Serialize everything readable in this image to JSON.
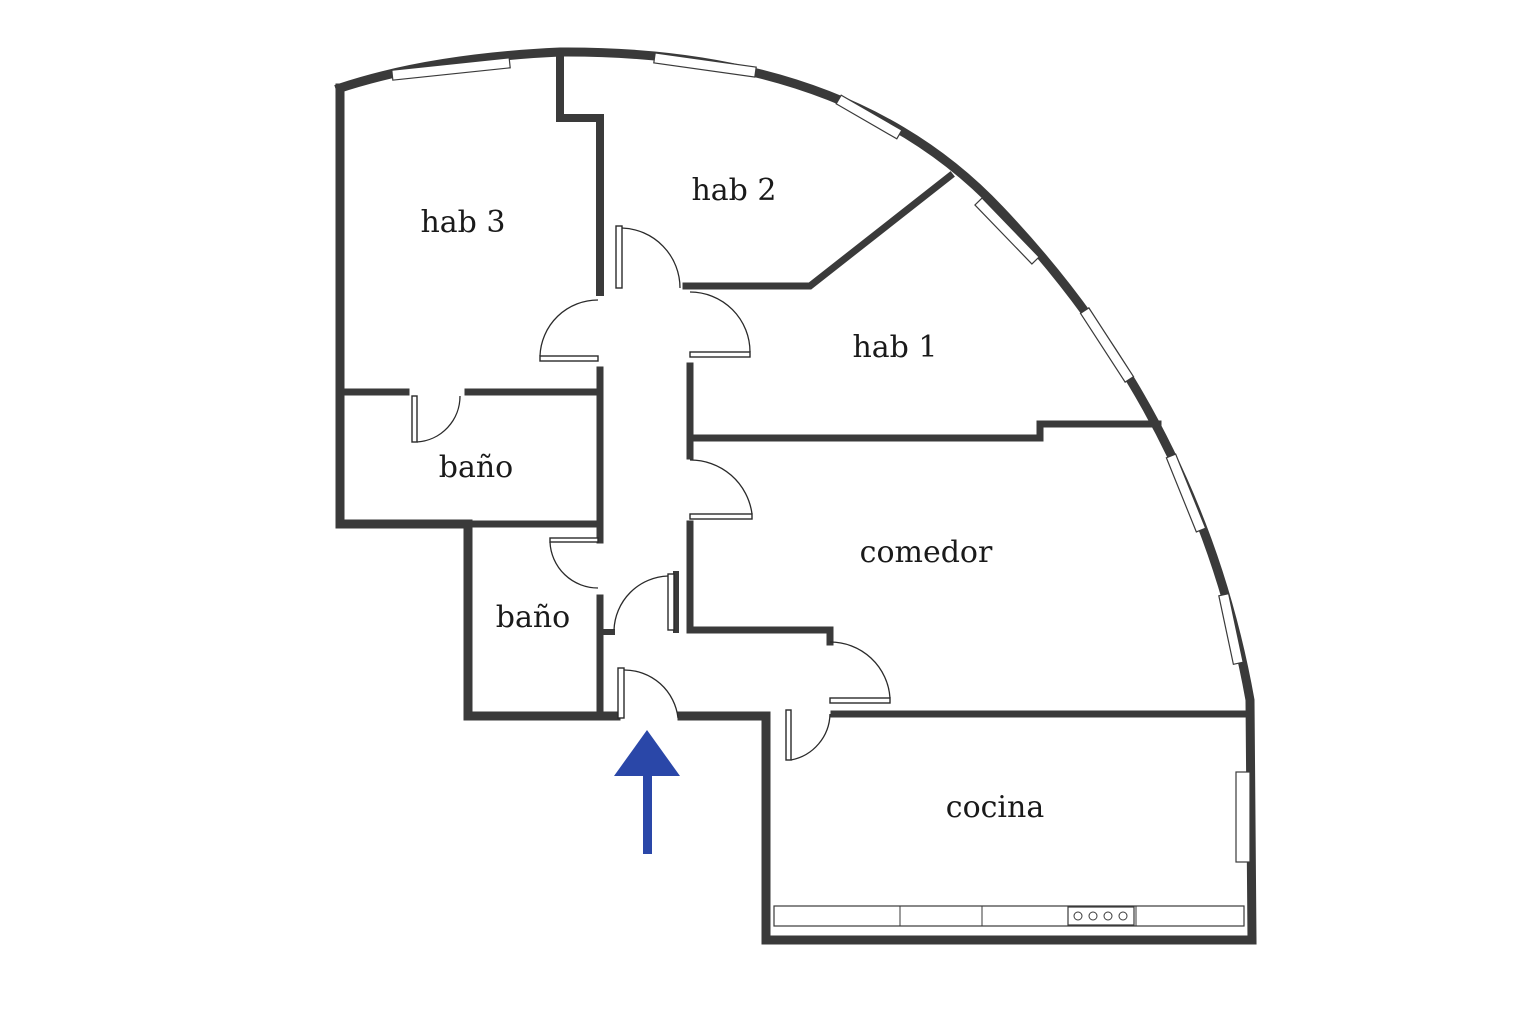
{
  "rooms": {
    "hab3": "hab 3",
    "hab2": "hab 2",
    "hab1": "hab 1",
    "bano_upper": "baño",
    "bano_lower": "baño",
    "comedor": "comedor",
    "cocina": "cocina"
  },
  "entrance_arrow": {
    "color": "#2a47a8"
  },
  "wall_color": "#3a3a3a"
}
